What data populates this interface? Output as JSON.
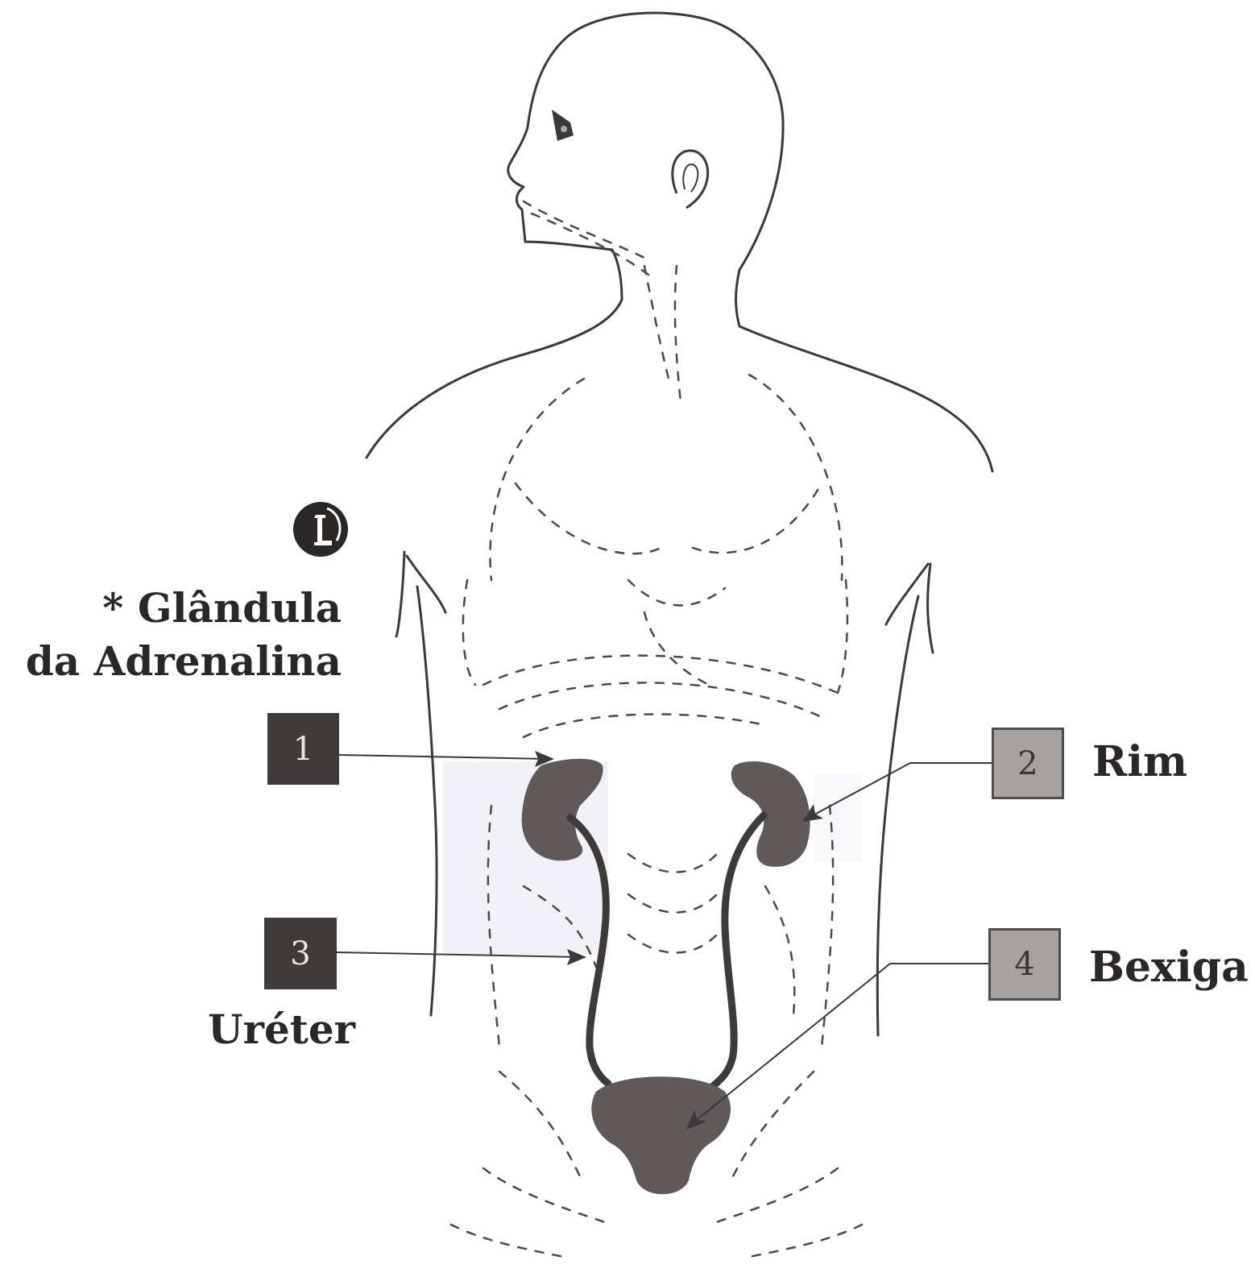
{
  "diagram": {
    "markers": [
      {
        "number": "1"
      },
      {
        "number": "2"
      },
      {
        "number": "3"
      },
      {
        "number": "4"
      }
    ],
    "labels": {
      "adrenal_line1": "* Glândula",
      "adrenal_line2": "da Adrenalina",
      "rim": "Rim",
      "ureter": "Uréter",
      "bexiga": "Bexiga"
    },
    "colors": {
      "outline": "#3a3a3a",
      "organ": "#5f5a59",
      "dark_box": "#3e3a39",
      "light_box": "#a4a3a1",
      "highlight": "#f1f1f7"
    },
    "icons": [
      "circled-letter-logo-icon"
    ]
  }
}
